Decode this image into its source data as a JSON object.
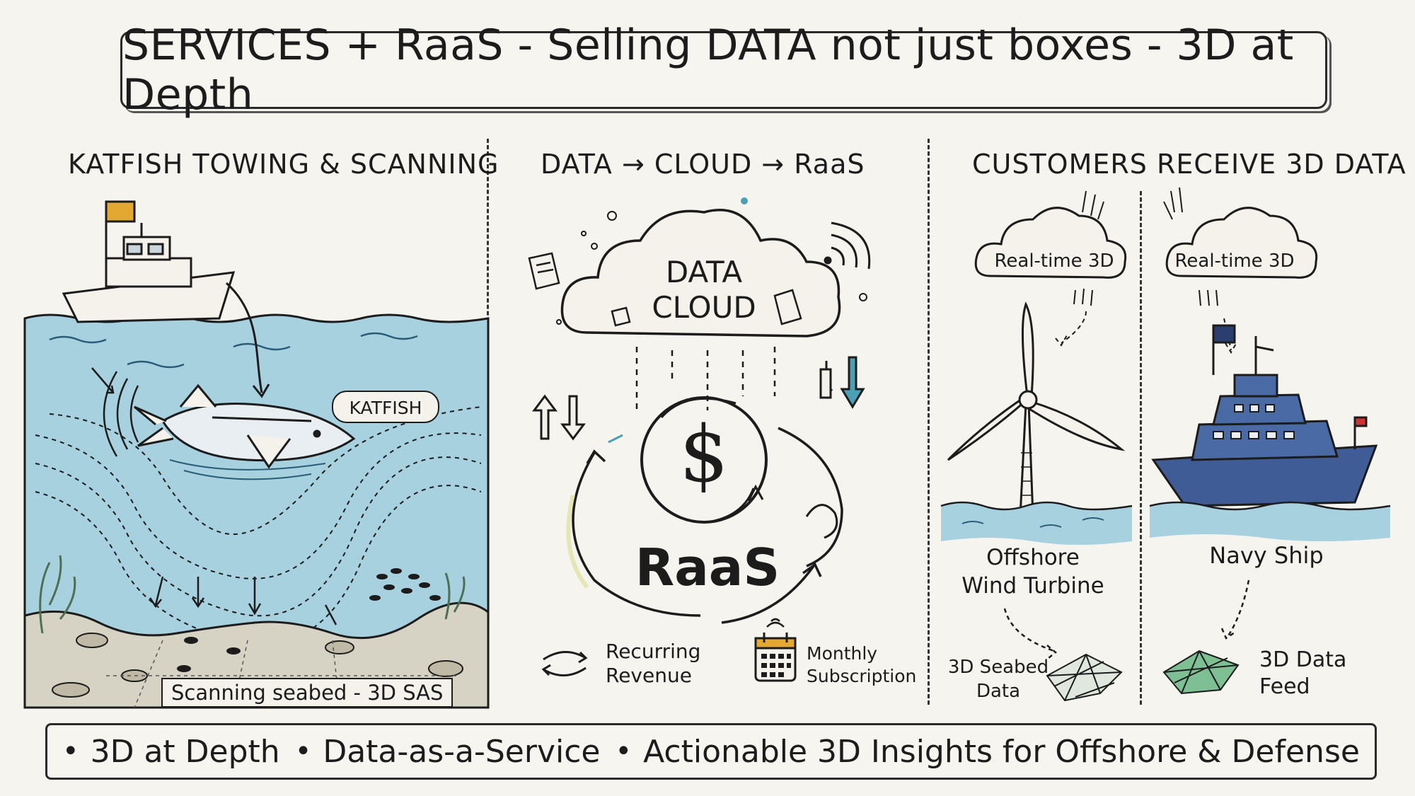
{
  "title": "SERVICES + RaaS - Selling DATA not just boxes - 3D at Depth",
  "panels": {
    "towing": {
      "heading": "KATFISH TOWING & SCANNING",
      "vehicle_label": "KATFISH",
      "seabed_label": "Scanning seabed - 3D SAS"
    },
    "cloud": {
      "heading": "DATA → CLOUD → RaaS",
      "cloud_line1": "DATA",
      "cloud_line2": "CLOUD",
      "dollar": "$",
      "raas": "RaaS",
      "recurring_line1": "Recurring",
      "recurring_line2": "Revenue",
      "monthly_line1": "Monthly",
      "monthly_line2": "Subscription"
    },
    "customers": {
      "heading": "CUSTOMERS RECEIVE 3D DATA",
      "turbine": {
        "cloud_label": "Real-time 3D",
        "name_line1": "Offshore",
        "name_line2": "Wind Turbine",
        "data_line1": "3D Seabed",
        "data_line2": "Data"
      },
      "ship": {
        "cloud_label": "Real-time 3D",
        "name": "Navy Ship",
        "data_line1": "3D Data",
        "data_line2": "Feed"
      }
    }
  },
  "footer": {
    "items": [
      "3D at Depth",
      "Data-as-a-Service",
      "Actionable 3D Insights for Offshore & Defense"
    ]
  },
  "colors": {
    "water": "#a8d1e0",
    "navy_ship": "#3f5c96",
    "flag": "#e2a832",
    "mesh_green": "#7fbf94",
    "ink": "#1c1c1c"
  }
}
